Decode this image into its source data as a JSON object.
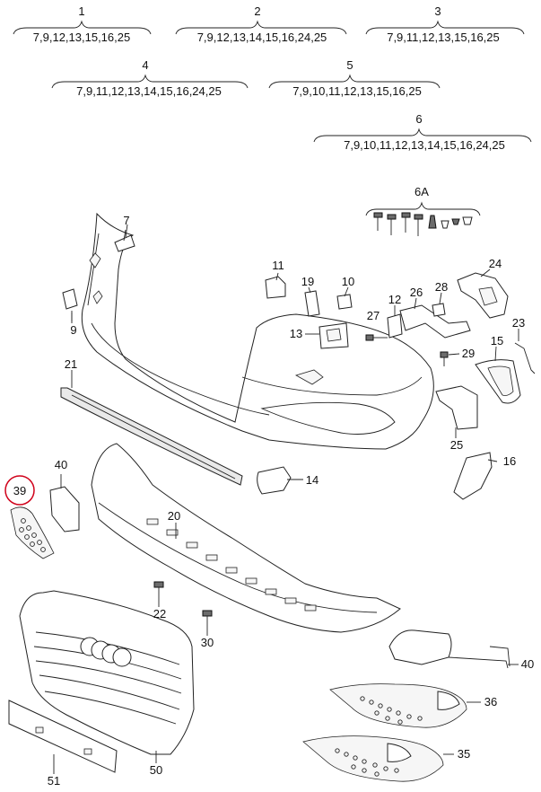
{
  "groups": [
    {
      "num": "1",
      "list": "7,9,12,13,15,16,25"
    },
    {
      "num": "2",
      "list": "7,9,12,13,14,15,16,24,25"
    },
    {
      "num": "3",
      "list": "7,9,11,12,13,15,16,25"
    },
    {
      "num": "4",
      "list": "7,9,11,12,13,14,15,16,24,25"
    },
    {
      "num": "5",
      "list": "7,9,10,11,12,13,15,16,25"
    },
    {
      "num": "6",
      "list": "7,9,10,11,12,13,14,15,16,24,25"
    }
  ],
  "hardware_kit": {
    "label": "6A"
  },
  "callouts": {
    "c7": "7",
    "c9": "9",
    "c11": "11",
    "c19": "19",
    "c10": "10",
    "c12": "12",
    "c26": "26",
    "c28": "28",
    "c24": "24",
    "c27": "27",
    "c13": "13",
    "c23": "23",
    "c15": "15",
    "c29": "29",
    "c21": "21",
    "c25": "25",
    "c16": "16",
    "c14": "14",
    "c40a": "40",
    "c39": "39",
    "c20": "20",
    "c22": "22",
    "c30": "30",
    "c40b": "40",
    "c36": "36",
    "c35": "35",
    "c51": "51",
    "c50": "50"
  },
  "highlight": {
    "part": "39",
    "color": "#d0021b"
  }
}
